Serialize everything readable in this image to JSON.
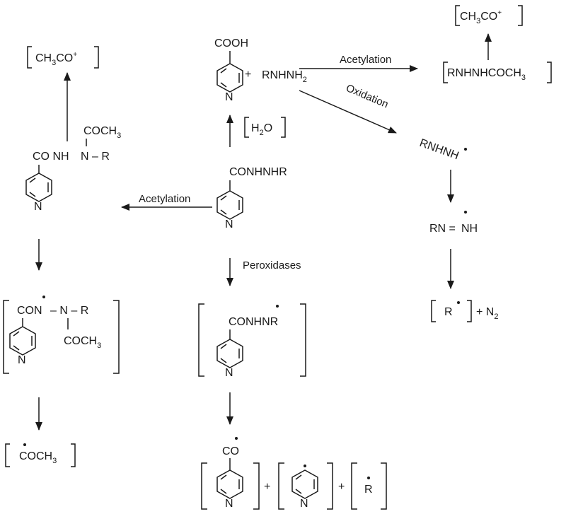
{
  "labels": {
    "cooh": "COOH",
    "plus": "+",
    "n": "N",
    "rnhnh": "RNHNH",
    "two": "2",
    "three": "3",
    "acetylation": "Acetylation",
    "oxidation": "Oxidation",
    "peroxidases": "Peroxidases",
    "ch": "CH",
    "co": "CO",
    "cation": "+",
    "h": "H",
    "o": "O",
    "rnhnhcoch": "RNHNHCOCH",
    "conhnhr": "CONHNHR",
    "coch": "COCH",
    "co_nh": "CO NH",
    "n_r": "N – R",
    "rnhn": "RNHN",
    "rn_eq": "RN =",
    "nh": "NH",
    "r": "R",
    "plus_n": "+  N",
    "con": "CON",
    "dash_n_dash_r": "– N – R",
    "conhn": "CONHN",
    "bigR": "R"
  }
}
